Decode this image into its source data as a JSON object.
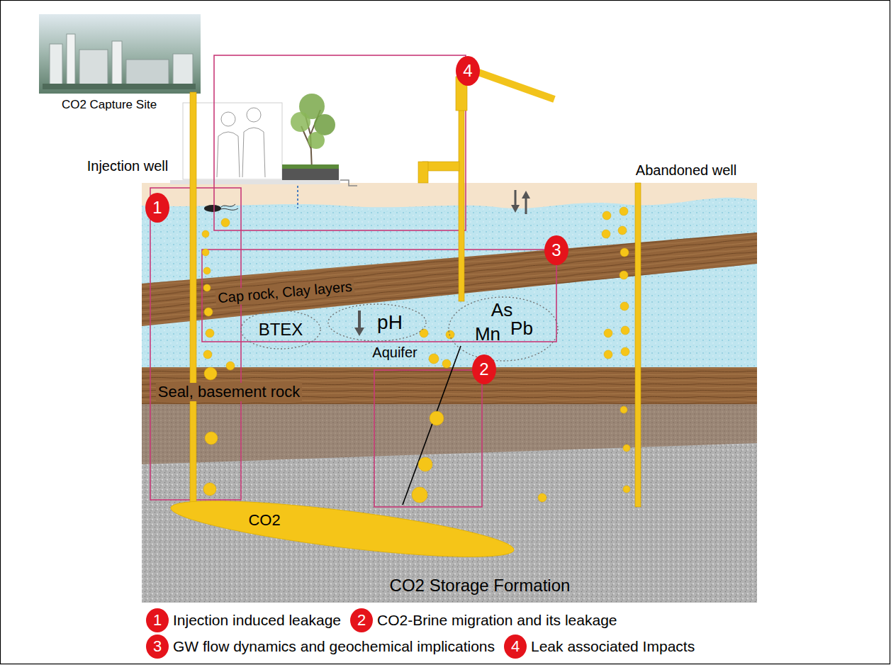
{
  "diagram": {
    "nodes": [
      {
        "text": [
          "4"
        ]
      },
      {
        "text": [
          "1"
        ]
      },
      {
        "text": [
          "3"
        ]
      },
      {
        "text": [
          "BTEX"
        ]
      },
      {
        "text": [
          "pH"
        ]
      },
      {
        "text": [
          "As",
          "Mn",
          "Pb"
        ]
      },
      {
        "text": [
          "2"
        ]
      },
      {
        "text": [
          "CO2"
        ]
      },
      {
        "text": [
          "1"
        ]
      },
      {
        "text": [
          "2"
        ]
      },
      {
        "text": [
          "3"
        ]
      },
      {
        "text": [
          "4"
        ]
      }
    ],
    "labels": [
      "CO2 Capture Site",
      "Injection well",
      "Abandoned well",
      "Cap rock, Clay layers",
      "Aquifer",
      "Seal, basement rock",
      "CO2 Storage Formation"
    ],
    "legend": [
      {
        "text": "Injection induced leakage"
      },
      {
        "text": "CO2-Brine migration and its leakage"
      },
      {
        "text": "GW flow dynamics and geochemical implications"
      },
      {
        "text": "Leak associated Impacts"
      }
    ]
  }
}
